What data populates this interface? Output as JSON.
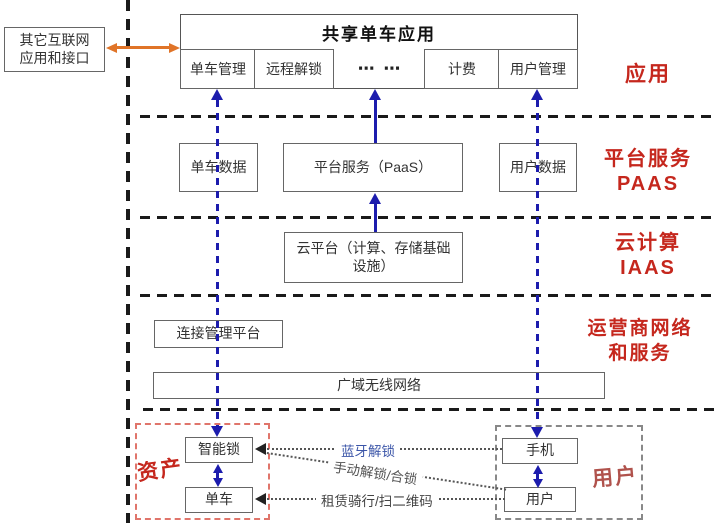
{
  "colors": {
    "accent_red": "#c5271d",
    "muted_red": "#b0524c",
    "arrow_blue": "#1c1cad",
    "arrow_orange": "#e07428",
    "asset_dash_red": "#e0756b",
    "line_black": "#1a1a1a"
  },
  "external": {
    "line1": "其它互联网",
    "line2": "应用和接口"
  },
  "app": {
    "title": "共享单车应用",
    "modules": [
      "单车管理",
      "远程解锁",
      "⋯ ⋯",
      "计费",
      "用户管理"
    ]
  },
  "platform": {
    "bike_data": "单车数据",
    "paas_service": "平台服务（PaaS）",
    "user_data": "用户数据"
  },
  "cloud": {
    "label": "云平台（计算、存储基础设施）"
  },
  "network": {
    "cmp": "连接管理平台",
    "wan": "广域无线网络"
  },
  "assets": {
    "label": "资产",
    "lock": "智能锁",
    "bike": "单车"
  },
  "users": {
    "label": "用户",
    "phone": "手机",
    "user": "用户"
  },
  "interactions": {
    "bluetooth": "蓝牙解锁",
    "manual": "手动解锁/合锁",
    "rental": "租赁骑行/扫二维码"
  },
  "layer_labels": [
    {
      "line1": "应用",
      "line2": ""
    },
    {
      "line1": "平台服务",
      "line2": "PAAS"
    },
    {
      "line1": "云计算",
      "line2": "IAAS"
    },
    {
      "line1": "运营商网络",
      "line2": "和服务"
    }
  ]
}
